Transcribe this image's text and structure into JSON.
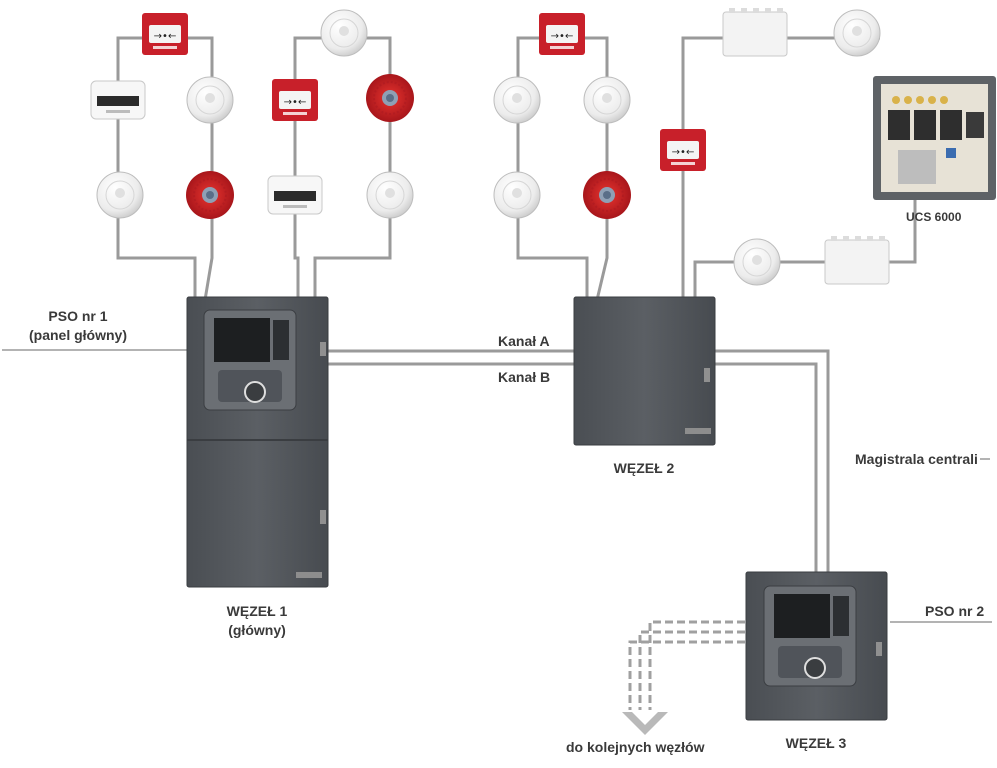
{
  "labels": {
    "pso1_line1": "PSO nr 1",
    "pso1_line2": "(panel główny)",
    "kanal_a": "Kanał A",
    "kanal_b": "Kanał B",
    "wezel1_line1": "WĘZEŁ 1",
    "wezel1_line2": "(główny)",
    "wezel2": "WĘZEŁ 2",
    "wezel3": "WĘZEŁ 3",
    "magistrala": "Magistrala centrali",
    "pso2": "PSO nr 2",
    "ucs": "UCS 6000",
    "next_nodes": "do kolejnych węzłów"
  },
  "colors": {
    "cabinet": "#54585d",
    "cabinet_dark": "#3f4347",
    "wire": "#9a9a9a",
    "call_point_red": "#c8202a",
    "sounder_red": "#d42329",
    "detector_white": "#f1f1f1",
    "text": "#3a3a3a"
  },
  "devices": {
    "manual_call_point": "manual-call-point-icon",
    "smoke_detector": "smoke-detector-icon",
    "sounder": "sounder-icon",
    "beam_detector": "beam-detector-icon",
    "junction_box": "junction-box-icon"
  }
}
